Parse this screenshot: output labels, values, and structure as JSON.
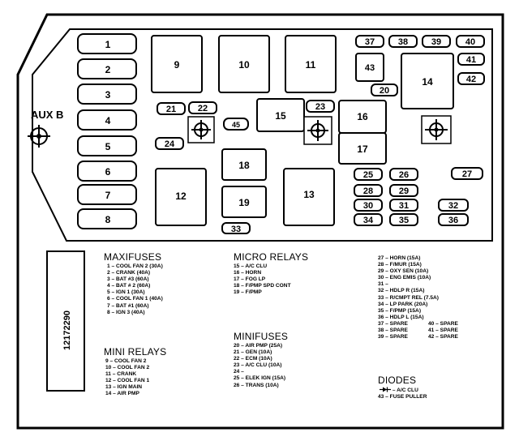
{
  "aux_label": "AUX B",
  "part_number": "12172290",
  "fuses": {
    "left_column": [
      "1",
      "2",
      "3",
      "4",
      "5",
      "6",
      "7",
      "8"
    ],
    "maxi_relays": [
      "9",
      "10",
      "11",
      "14",
      "12",
      "13",
      "15",
      "16",
      "17",
      "18",
      "19"
    ],
    "small": [
      "21",
      "22",
      "23",
      "24",
      "25",
      "26",
      "27",
      "28",
      "29",
      "30",
      "31",
      "32",
      "33",
      "34",
      "35",
      "36",
      "37",
      "38",
      "39",
      "40",
      "41",
      "42",
      "43",
      "20"
    ],
    "diode_label": "45"
  },
  "legend": {
    "maxifuses": {
      "heading": "MAXIFUSES",
      "items": [
        "1 – COOL FAN 2 (30A)",
        "2 – CRANK (40A)",
        "3 – BAT #3 (60A)",
        "4 – BAT # 2 (60A)",
        "5 – IGN 1 (30A)",
        "6 – COOL FAN 1 (40A)",
        "7 – BAT #1 (60A)",
        "8 – IGN 3 (40A)"
      ]
    },
    "mini_relays": {
      "heading": "MINI RELAYS",
      "items": [
        "9 – COOL FAN 2",
        "10 – COOL FAN 2",
        "11 – CRANK",
        "12 – COOL FAN 1",
        "13 – IGN MAIN",
        "14 – AIR PMP"
      ]
    },
    "micro_relays": {
      "heading": "MICRO RELAYS",
      "items": [
        "15 – A/C CLU",
        "16 – HORN",
        "17 – FOG LP",
        "18 – F/PMP SPD CONT",
        "19 – F/PMP"
      ]
    },
    "minifuses": {
      "heading": "MINIFUSES",
      "items": [
        "20 – AIR PMP (25A)",
        "21 – GEN (10A)",
        "22 – ECM (10A)",
        "23 – A/C CLU (10A)",
        "24 –",
        "25 – ELEK IGN (15A)",
        "26 – TRANS (10A)"
      ]
    },
    "right_list": {
      "items": [
        "27 – HORN (15A)",
        "28 – F/MUR (15A)",
        "29 – OXY SEN (10A)",
        "30 – ENG EMIS (10A)",
        "31 –",
        "32 – HDLP R (15A)",
        "33 – R/CMPT REL (7.5A)",
        "34 – LP PARK (20A)",
        "35 – F/PMP (15A)",
        "36 – HDLP L (15A)"
      ],
      "spare_pairs": [
        [
          "37 – SPARE",
          "40 – SPARE"
        ],
        [
          "38 – SPARE",
          "41 – SPARE"
        ],
        [
          "39 – SPARE",
          "42 – SPARE"
        ]
      ]
    },
    "diodes": {
      "heading": "DIODES",
      "items": [
        "– A/C CLU",
        "43 – FUSE PULLER"
      ]
    }
  }
}
